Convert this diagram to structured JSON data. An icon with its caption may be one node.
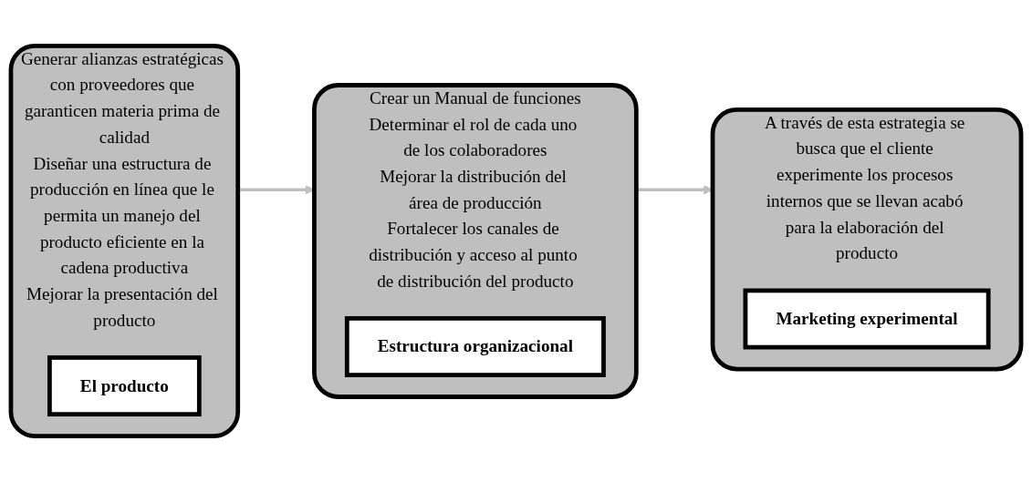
{
  "diagram": {
    "nodes": [
      {
        "text": [
          "Generar alianzas estratégicas con proveedores que garanticen materia prima de calidad",
          "Diseñar una estructura de producción en línea que le permita un manejo del producto eficiente en la cadena productiva",
          "Mejorar la presentación del producto"
        ]
      },
      {
        "text": [
          "El producto"
        ],
        "in": 0
      },
      {
        "text": [
          "Crear un Manual de funciones",
          "Determinar el rol de cada uno de los colaboradores",
          "Mejorar la distribución del área de producción",
          "Fortalecer los canales de distribución y acceso al punto de distribución del producto"
        ]
      },
      {
        "text": [
          "Estructura organizacional"
        ],
        "in": 2
      },
      {
        "text": [
          "A través de esta estrategia se busca que el cliente experimente los procesos internos que se llevan acabó para la elaboración del producto"
        ]
      },
      {
        "text": [
          "Marketing experimental"
        ],
        "in": 4
      }
    ],
    "edges": [
      {
        "from": 0,
        "to": 2,
        "arrow": "to"
      },
      {
        "from": 2,
        "to": 4,
        "arrow": "to"
      }
    ]
  }
}
